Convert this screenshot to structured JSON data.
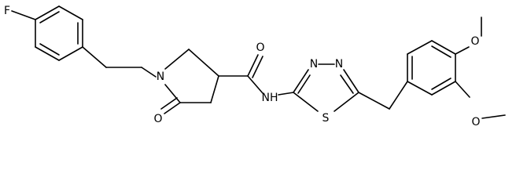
{
  "molecule": {
    "atoms": {
      "fluorine": "F",
      "ring_nitrogen": "N",
      "lactam_oxygen": "O",
      "amide_oxygen": "O",
      "amide_nh": "NH",
      "thiadiazole_n1": "N",
      "thiadiazole_n2": "N",
      "thiadiazole_s": "S",
      "methoxy_o_upper": "O",
      "methoxy_o_lower": "O"
    },
    "colors": {
      "ink": "#000000",
      "background": "#ffffff"
    }
  }
}
